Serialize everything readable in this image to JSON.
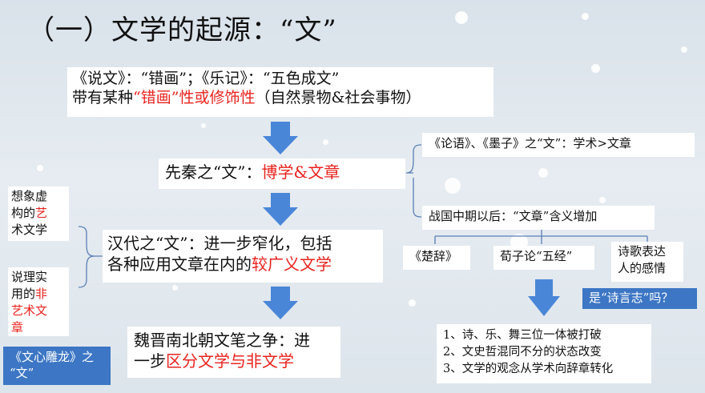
{
  "title": "（一）文学的起源：“文”",
  "box_origin": {
    "line1": "《说文》：“错画”；《乐记》：“五色成文”",
    "line2_pre": "带有某种",
    "line2_red": "“错画”性或修饰性",
    "line2_post": "（自然景物&社会事物）"
  },
  "box_preqin": {
    "pre": "先秦之“文”：",
    "red": "博学&文章"
  },
  "box_han": {
    "line1": "汉代之“文”：进一步窄化，包括",
    "line2_pre": "各种应用文章在内的",
    "line2_red": "较广义文学"
  },
  "box_wei": {
    "line1": "魏晋南北朝文笔之争：进",
    "line2_pre": "一步",
    "line2_red": "区分文学与非文学"
  },
  "left_art": {
    "l1": "想象虚",
    "l2_pre": "构的",
    "l2_red": "艺",
    "l3": "术文学"
  },
  "left_nonart": {
    "l1": "说理实",
    "l2_pre": "用的",
    "l2_red": "非",
    "l3": "艺术文",
    "l4": "章"
  },
  "left_wenxin": {
    "l1": "《文心雕龙》之",
    "l2": "“文”"
  },
  "right_lunyu": "《论语》、《墨子》之“文”：学术>文章",
  "right_zhanguo": "战国中期以后：“文章”含义增加",
  "right_chuci": "《楚辞》",
  "right_xunzi": "荀子论“五经”",
  "right_shige": {
    "l1": "诗歌表达",
    "l2": "人的感情"
  },
  "right_shiyanzhi": "是“诗言志”吗？",
  "right_list": [
    "1、诗、乐、舞三位一体被打破",
    "2、文史哲混同不分的状态改变",
    "3、文学的观念从学术向辞章转化"
  ],
  "colors": {
    "accent_red": "#e8231e",
    "arrow_blue": "#4a86d8",
    "label_blue": "#3c76c4"
  }
}
